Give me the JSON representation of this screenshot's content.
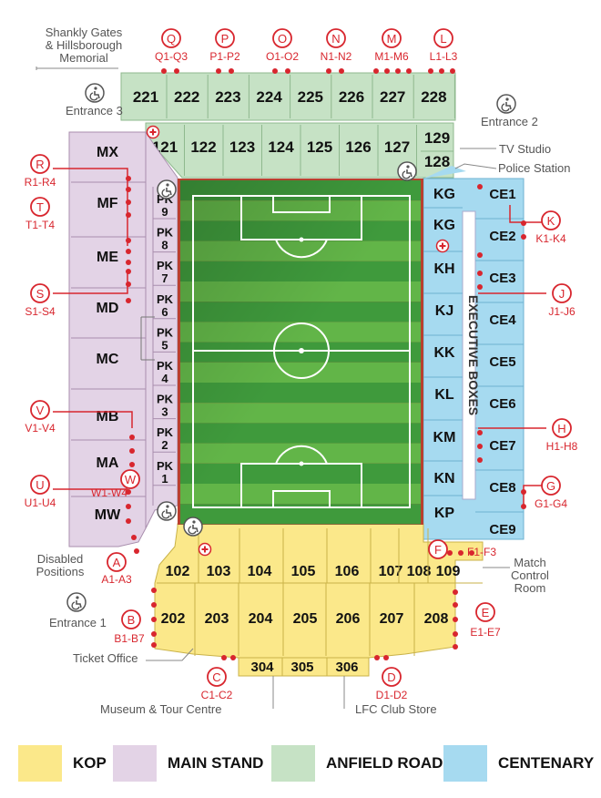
{
  "labels": {
    "shankly": [
      "Shankly Gates",
      "& Hillsborough",
      "Memorial"
    ],
    "entrance3": "Entrance 3",
    "entrance2": "Entrance 2",
    "entrance1": "Entrance 1",
    "tv_studio": "TV Studio",
    "police_station": "Police Station",
    "executive_boxes": "EXECUTIVE BOXES",
    "match_control": [
      "Match",
      "Control",
      "Room"
    ],
    "disabled_positions": [
      "Disabled",
      "Positions"
    ],
    "ticket_office": "Ticket Office",
    "museum": "Museum & Tour Centre",
    "club_store": "LFC Club Store"
  },
  "stands": {
    "anfield_road_upper": [
      "221",
      "222",
      "223",
      "224",
      "225",
      "226",
      "227",
      "228"
    ],
    "anfield_road_lower": [
      "121",
      "122",
      "123",
      "124",
      "125",
      "126",
      "127"
    ],
    "anfield_road_corner": [
      "129",
      "128"
    ],
    "main_stand_outer": [
      "MX",
      "MF",
      "ME",
      "MD",
      "MC",
      "MB",
      "MA",
      "MW"
    ],
    "main_stand_paddock": [
      [
        "PK",
        "9"
      ],
      [
        "PK",
        "8"
      ],
      [
        "PK",
        "7"
      ],
      [
        "PK",
        "6"
      ],
      [
        "PK",
        "5"
      ],
      [
        "PK",
        "4"
      ],
      [
        "PK",
        "3"
      ],
      [
        "PK",
        "2"
      ],
      [
        "PK",
        "1"
      ]
    ],
    "centenary_inner": [
      "KG",
      "KG",
      "KH",
      "KJ",
      "KK",
      "KL",
      "KM",
      "KN",
      "KP"
    ],
    "centenary_outer": [
      "CE1",
      "CE2",
      "CE3",
      "CE4",
      "CE5",
      "CE6",
      "CE7",
      "CE8",
      "CE9"
    ],
    "kop_lower": [
      "102",
      "103",
      "104",
      "105",
      "106",
      "107",
      "108",
      "109"
    ],
    "kop_upper": [
      "202",
      "203",
      "204",
      "205",
      "206",
      "207",
      "208"
    ],
    "kop_third": [
      "304",
      "305",
      "306"
    ]
  },
  "turnstiles": [
    {
      "letter": "Q",
      "range": "Q1-Q3"
    },
    {
      "letter": "P",
      "range": "P1-P2"
    },
    {
      "letter": "O",
      "range": "O1-O2"
    },
    {
      "letter": "N",
      "range": "N1-N2"
    },
    {
      "letter": "M",
      "range": "M1-M6"
    },
    {
      "letter": "L",
      "range": "L1-L3"
    },
    {
      "letter": "R",
      "range": "R1-R4"
    },
    {
      "letter": "T",
      "range": "T1-T4"
    },
    {
      "letter": "S",
      "range": "S1-S4"
    },
    {
      "letter": "V",
      "range": "V1-V4"
    },
    {
      "letter": "U",
      "range": "U1-U4"
    },
    {
      "letter": "W",
      "range": "W1-W4"
    },
    {
      "letter": "A",
      "range": "A1-A3"
    },
    {
      "letter": "B",
      "range": "B1-B7"
    },
    {
      "letter": "C",
      "range": "C1-C2"
    },
    {
      "letter": "D",
      "range": "D1-D2"
    },
    {
      "letter": "E",
      "range": "E1-E7"
    },
    {
      "letter": "F",
      "range": "F1-F3"
    },
    {
      "letter": "G",
      "range": "G1-G4"
    },
    {
      "letter": "H",
      "range": "H1-H8"
    },
    {
      "letter": "J",
      "range": "J1-J6"
    },
    {
      "letter": "K",
      "range": "K1-K4"
    }
  ],
  "legend": [
    {
      "label": "KOP",
      "color": "#fbe88a"
    },
    {
      "label": "MAIN STAND",
      "color": "#e3d3e6"
    },
    {
      "label": "ANFIELD ROAD",
      "color": "#c6e2c5"
    },
    {
      "label": "CENTENARY",
      "color": "#a6daf0"
    }
  ],
  "colors": {
    "kop": "#fbe88a",
    "main_stand": "#e3d3e6",
    "anfield_road": "#c6e2c5",
    "centenary": "#a6daf0",
    "turnstile_red": "#d8262e",
    "pitch_dark": "#3f9a3c",
    "pitch_light": "#62b548",
    "track": "#b8402f"
  }
}
